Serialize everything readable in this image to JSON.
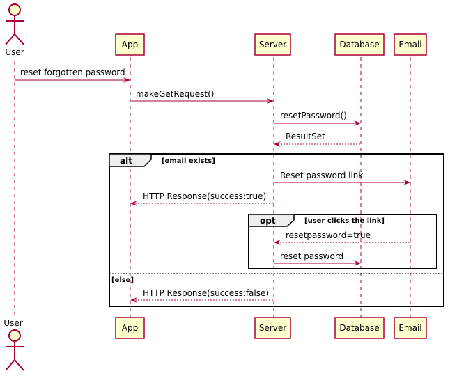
{
  "participants": {
    "user": "User",
    "app": "App",
    "server": "Server",
    "database": "Database",
    "email": "Email"
  },
  "messages": [
    "reset forgotten password",
    "makeGetRequest()",
    "resetPassword()",
    "ResultSet",
    "Reset password link",
    "HTTP Response(success:true)",
    "resetpassword=true",
    "reset password",
    "HTTP Response(success:false)"
  ],
  "fragments": {
    "alt": {
      "keyword": "alt",
      "condition": "[email exists]",
      "else": "[else]"
    },
    "opt": {
      "keyword": "opt",
      "condition": "[user clicks the link]"
    }
  },
  "colors": {
    "participant_fill": "#FEFECE",
    "participant_border": "#A80036",
    "arrow": "#A80036",
    "lifeline": "#A80036"
  }
}
